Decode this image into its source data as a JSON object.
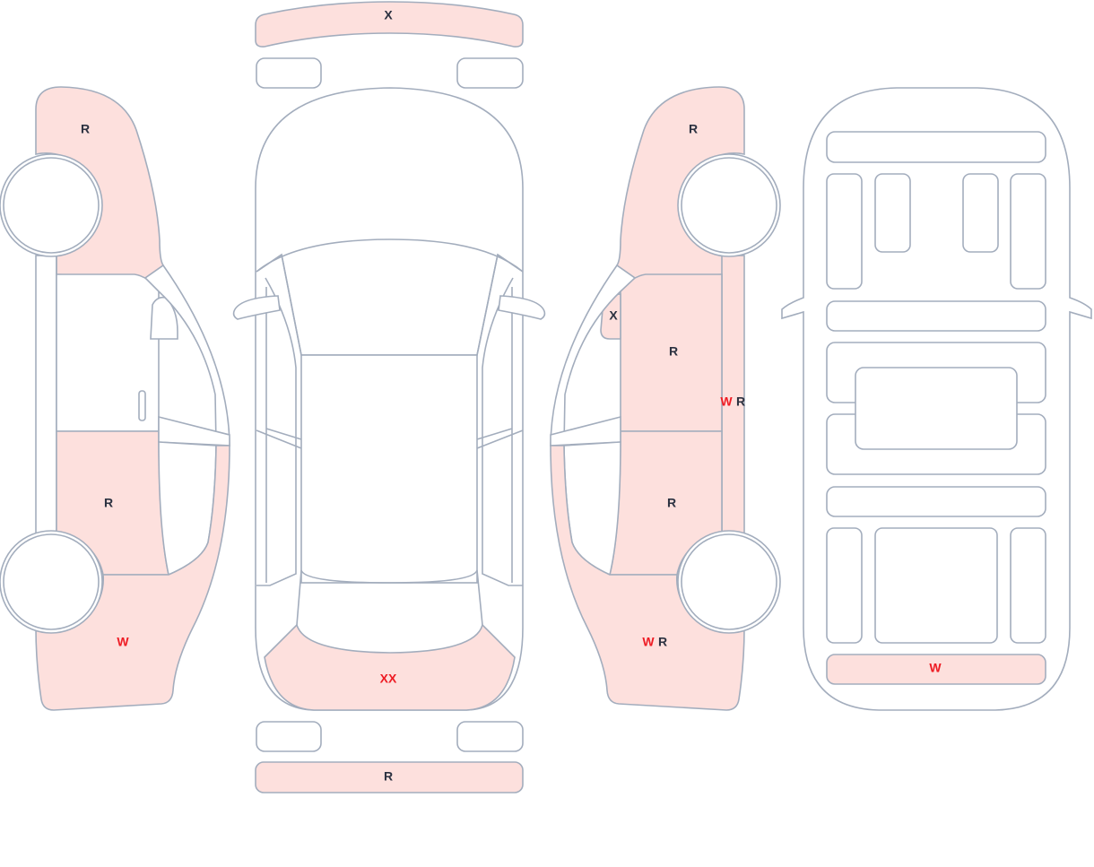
{
  "colors": {
    "damaged_fill": "#fde0dd",
    "outline": "#a3adbd",
    "code_dark": "#2b3140",
    "code_red": "#ee1c24"
  },
  "top_view": {
    "front_bumper": "X",
    "rear_window_area": "XX",
    "rear_bumper": "R"
  },
  "left_side": {
    "front_fender": "R",
    "rear_door": "R",
    "rear_quarter": "W"
  },
  "right_side": {
    "front_fender": "R",
    "mirror": "X",
    "front_door": "R",
    "sill_w": "W",
    "sill_r": "R",
    "rear_door": "R",
    "rear_quarter_w": "W",
    "rear_quarter_r": "R"
  },
  "interior_view": {
    "rear_panel": "W"
  }
}
